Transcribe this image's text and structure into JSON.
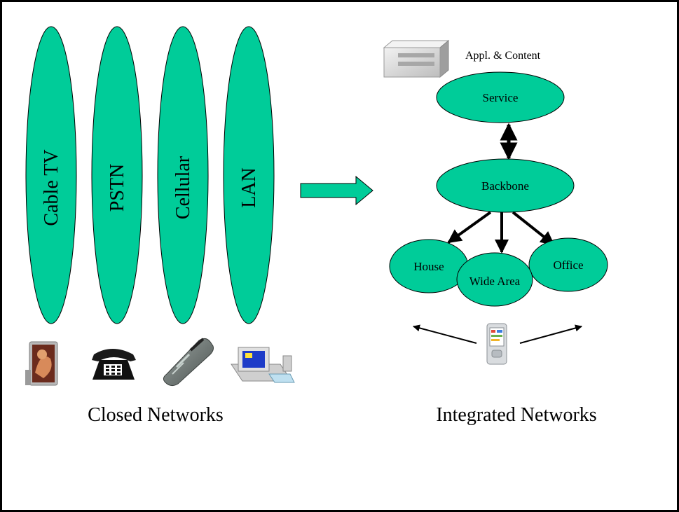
{
  "closed": {
    "networks": [
      "Cable TV",
      "PSTN",
      "Cellular",
      "LAN"
    ],
    "devices": [
      "tv-icon",
      "telephone-icon",
      "cellphone-icon",
      "computer-icon"
    ],
    "caption": "Closed Networks"
  },
  "integrated": {
    "server_label": "Appl. & Content",
    "service": "Service",
    "backbone": "Backbone",
    "house": "House",
    "wide_area": "Wide Area",
    "office": "Office",
    "caption": "Integrated Networks",
    "device": "pda-icon"
  },
  "colors": {
    "node_fill": "#00CC99",
    "stroke": "#000000"
  }
}
